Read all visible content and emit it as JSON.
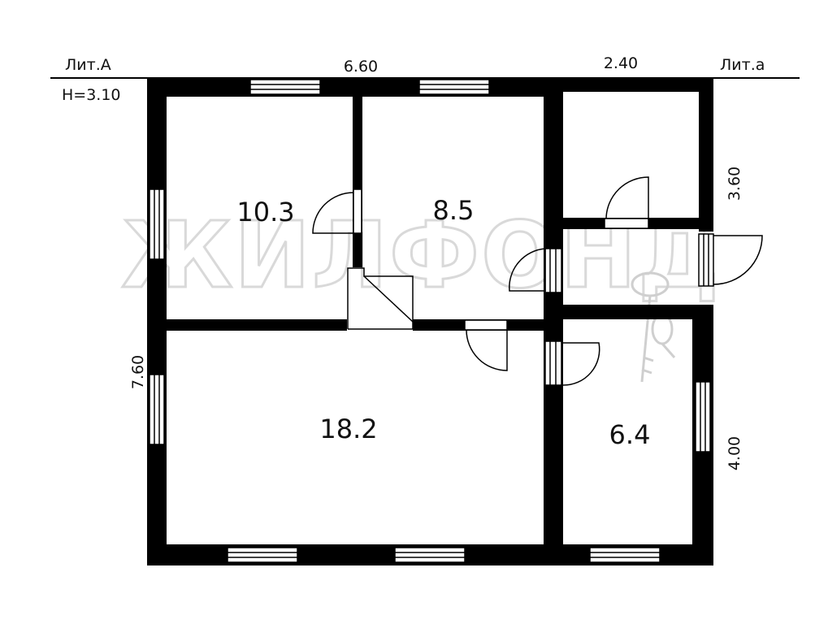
{
  "labels": {
    "lit_main": "Лит.А",
    "lit_annex": "Лит.а",
    "height": "H=3.10"
  },
  "dimensions": {
    "main_width": "6.60",
    "annex_width": "2.40",
    "main_depth": "7.60",
    "annex_top_depth": "3.60",
    "annex_bottom_depth": "4.00"
  },
  "rooms": {
    "top_left_area": "10.3",
    "top_middle_area": "8.5",
    "bottom_left_area": "18.2",
    "bottom_right_area": "6.4"
  },
  "watermark": {
    "text": "ЖИЛФОНД"
  },
  "colors": {
    "wall": "#000000",
    "background": "#ffffff",
    "watermark_outline": "#d9d9d9"
  }
}
